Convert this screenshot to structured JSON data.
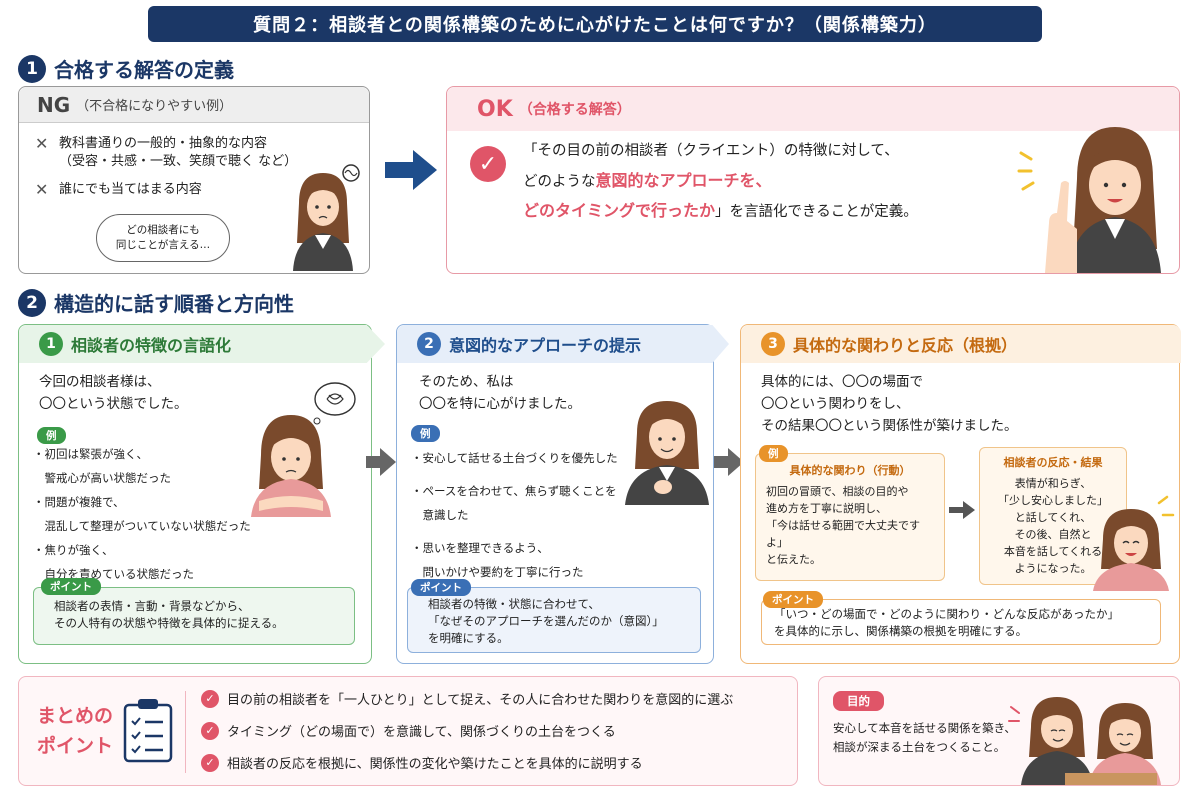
{
  "title": "質問２：相談者との関係構築のために心がけたことは何ですか？（関係構築力）",
  "sec1": {
    "num": "1",
    "label": "合格する解答の定義"
  },
  "ng": {
    "title": "NG",
    "subtitle": "（不合格になりやすい例）",
    "item1_l1": "教科書通りの一般的・抽象的な内容",
    "item1_l2": "（受容・共感・一致、笑顔で聴く など）",
    "item2": "誰にでも当てはまる内容",
    "bubble_l1": "どの相談者にも",
    "bubble_l2": "同じことが言える…"
  },
  "ok": {
    "title": "OK",
    "subtitle": "（合格する解答）",
    "line1": "「その目の前の相談者（クライエント）の特徴に対して、",
    "line2_a": "どのような",
    "line2_b": "意図的なアプローチを、",
    "line3_a": "どのタイミングで行ったか",
    "line3_b": "」を言語化できることが定義。"
  },
  "sec2": {
    "num": "2",
    "label": "構造的に話す順番と方向性"
  },
  "col1": {
    "num": "1",
    "head": "相談者の特徴の言語化",
    "text1": "今回の相談者様は、",
    "text2": "〇〇という状態でした。",
    "tag": "例",
    "b1a": "・初回は緊張が強く、",
    "b1b": "　警戒心が高い状態だった",
    "b2a": "・問題が複雑で、",
    "b2b": "　混乱して整理がついていない状態だった",
    "b3a": "・焦りが強く、",
    "b3b": "　自分を責めている状態だった",
    "point_tag": "ポイント",
    "point1": "相談者の表情・言動・背景などから、",
    "point2": "その人特有の状態や特徴を具体的に捉える。"
  },
  "col2": {
    "num": "2",
    "head": "意図的なアプローチの提示",
    "text1": "そのため、私は",
    "text2": "〇〇を特に心がけました。",
    "tag": "例",
    "b1": "・安心して話せる土台づくりを優先した",
    "b2a": "・ペースを合わせて、焦らず聴くことを",
    "b2b": "　意識した",
    "b3a": "・思いを整理できるよう、",
    "b3b": "　問いかけや要約を丁寧に行った",
    "point_tag": "ポイント",
    "point1": "相談者の特徴・状態に合わせて、",
    "point2": "「なぜそのアプローチを選んだのか（意図）」",
    "point3": "を明確にする。"
  },
  "col3": {
    "num": "3",
    "head": "具体的な関わりと反応（根拠）",
    "text1": "具体的には、〇〇の場面で",
    "text2": "〇〇という関わりをし、",
    "text3": "その結果〇〇という関係性が築けました。",
    "tag": "例",
    "act_title": "具体的な関わり（行動）",
    "act1": "初回の冒頭で、相談の目的や",
    "act2": "進め方を丁寧に説明し、",
    "act3": "「今は話せる範囲で大丈夫ですよ」",
    "act4": "と伝えた。",
    "res_title": "相談者の反応・結果",
    "res1": "表情が和らぎ、",
    "res2": "「少し安心しました」",
    "res3": "と話してくれ、",
    "res4": "その後、自然と",
    "res5": "本音を話してくれる",
    "res6": "ようになった。",
    "point_tag": "ポイント",
    "point1": "「いつ・どの場面で・どのように関わり・どんな反応があったか」",
    "point2": "を具体的に示し、関係構築の根拠を明確にする。"
  },
  "summary": {
    "title_l1": "まとめの",
    "title_l2": "ポイント",
    "item1": "目の前の相談者を「一人ひとり」として捉え、その人に合わせた関わりを意図的に選ぶ",
    "item2": "タイミング（どの場面で）を意識して、関係づくりの土台をつくる",
    "item3": "相談者の反応を根拠に、関係性の変化や築けたことを具体的に説明する"
  },
  "purpose": {
    "tag": "目的",
    "line1": "安心して本音を話せる関係を築き、",
    "line2": "相談が深まる土台をつくること。"
  },
  "colors": {
    "navy": "#1b3766",
    "pink": "#e05568",
    "green": "#3a9a48",
    "blue": "#3a6fb5",
    "orange": "#e8932a"
  }
}
